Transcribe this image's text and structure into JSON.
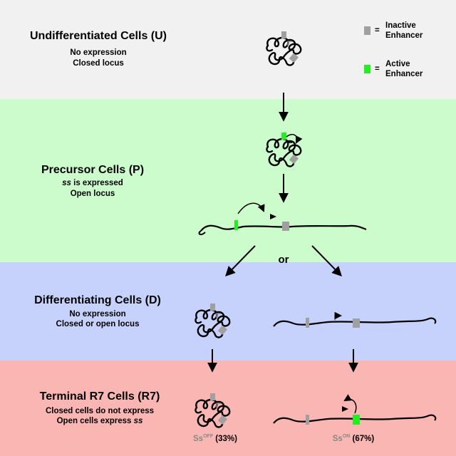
{
  "stages": {
    "u": {
      "title": "Undifferentiated  Cells (U)",
      "line1": "No expression",
      "line2": "Closed locus",
      "color": "#f1f1f1"
    },
    "p": {
      "title": "Precursor Cells (P)",
      "line1_em": "ss",
      "line1_rest": " is expressed",
      "line2": "Open locus",
      "color": "#ccfccc"
    },
    "d": {
      "title": "Differentiating Cells (D)",
      "line1": "No expression",
      "line2": "Closed  or open locus",
      "color": "#c6d2fc"
    },
    "r7": {
      "title": "Terminal R7 Cells (R7)",
      "line1": "Closed cells do not express",
      "line2_rest": "Open cells express ",
      "line2_em": "ss",
      "color": "#f9b6b2"
    }
  },
  "legend": {
    "inactive": {
      "eq": "=",
      "line1": "Inactive",
      "line2": "Enhancer",
      "color": "#a0a0a0"
    },
    "active": {
      "eq": "=",
      "line1": "Active",
      "line2": "Enhancer",
      "color": "#22ee22"
    }
  },
  "branch_label": "or",
  "outcomes": {
    "off": {
      "base": "Ss",
      "sup": "OFF",
      "pct": " (33%)"
    },
    "on": {
      "base": "Ss",
      "sup": "ON",
      "pct": " (67%)"
    }
  }
}
